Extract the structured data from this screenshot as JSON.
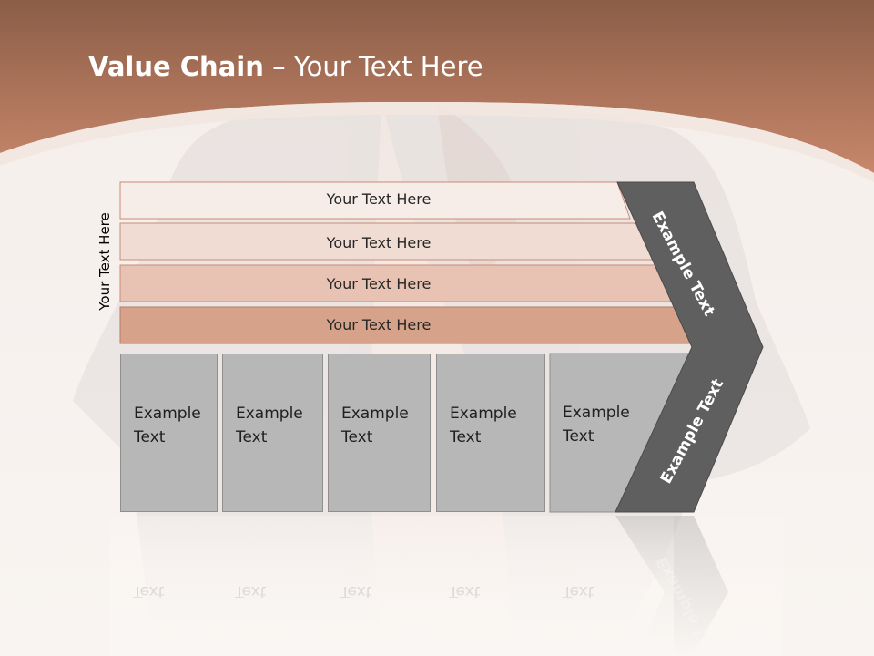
{
  "slide": {
    "title_bold": "Value Chain",
    "title_rest": " – Your Text Here",
    "side_label": "Your Text Here"
  },
  "bars": [
    {
      "label": "Your Text Here"
    },
    {
      "label": "Your Text Here"
    },
    {
      "label": "Your Text Here"
    },
    {
      "label": "Your Text Here"
    }
  ],
  "cells": [
    {
      "line1": "Example",
      "line2": "Text"
    },
    {
      "line1": "Example",
      "line2": "Text"
    },
    {
      "line1": "Example",
      "line2": "Text"
    },
    {
      "line1": "Example",
      "line2": "Text"
    },
    {
      "line1": "Example",
      "line2": "Text"
    }
  ],
  "chevron": {
    "upper_label": "Example Text",
    "lower_label": "Example Text"
  },
  "colors": {
    "header": "#b97a5f",
    "bar1": "#f6ece8",
    "bar2": "#f0dcd2",
    "bar3": "#e8c3b3",
    "bar4": "#d6a289",
    "cell": "#b7b7b7",
    "chevron": "#5f5f5f"
  }
}
